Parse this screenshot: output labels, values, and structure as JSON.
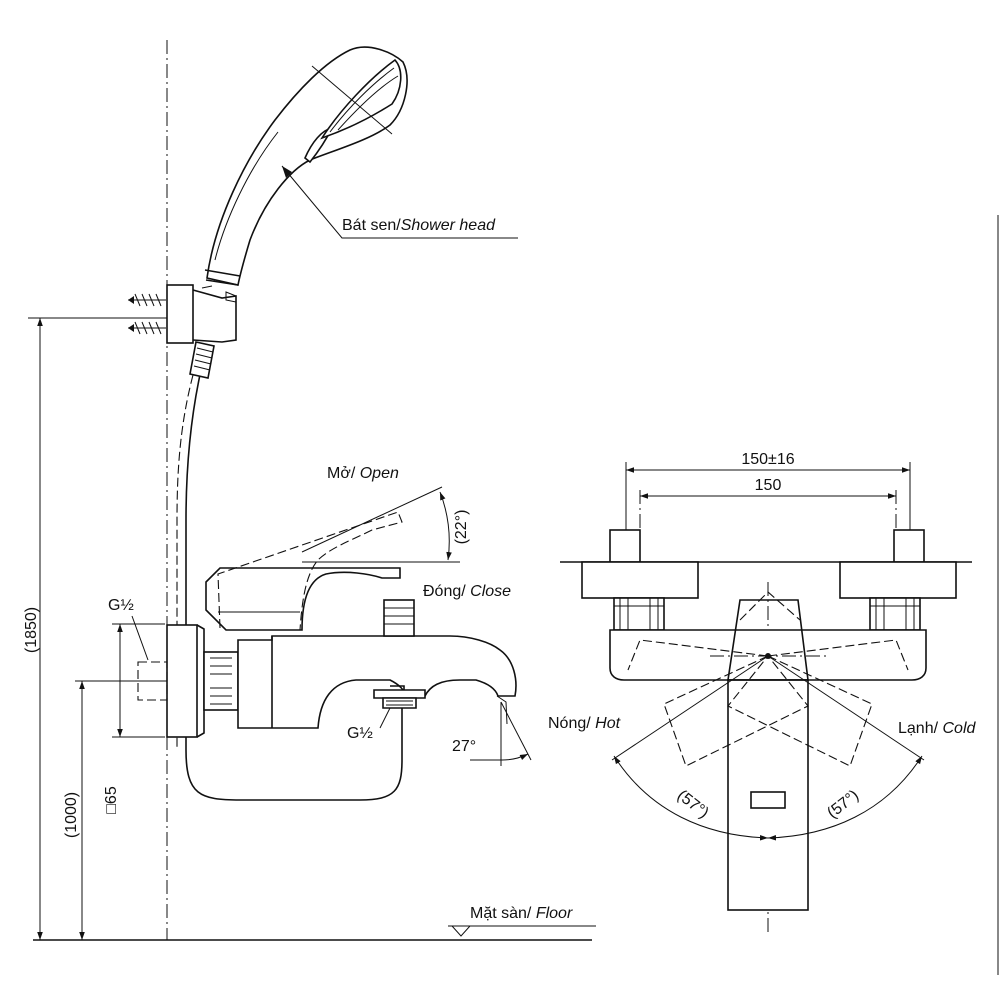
{
  "left_view": {
    "labels": {
      "shower_head_vi": "Bát sen/",
      "shower_head_en": "Shower head",
      "open_vi": "Mở/",
      "open_en": "Open",
      "close_vi": "Đóng/",
      "close_en": "Close",
      "inlet_thread": "G½",
      "outlet_thread": "G½",
      "floor_vi": "Mặt sàn/",
      "floor_en": "Floor"
    },
    "dimensions": {
      "total_height": "(1850)",
      "mixer_height": "(1000)",
      "square_size": "□65",
      "lever_angle": "(22°)",
      "spout_angle": "27°"
    }
  },
  "right_view": {
    "labels": {
      "hot_vi": "Nóng/",
      "hot_en": "Hot",
      "cold_vi": "Lạnh/",
      "cold_en": "Cold"
    },
    "dimensions": {
      "center_range": "150±16",
      "center_distance": "150",
      "hot_angle": "(57°)",
      "cold_angle": "(57°)"
    }
  }
}
